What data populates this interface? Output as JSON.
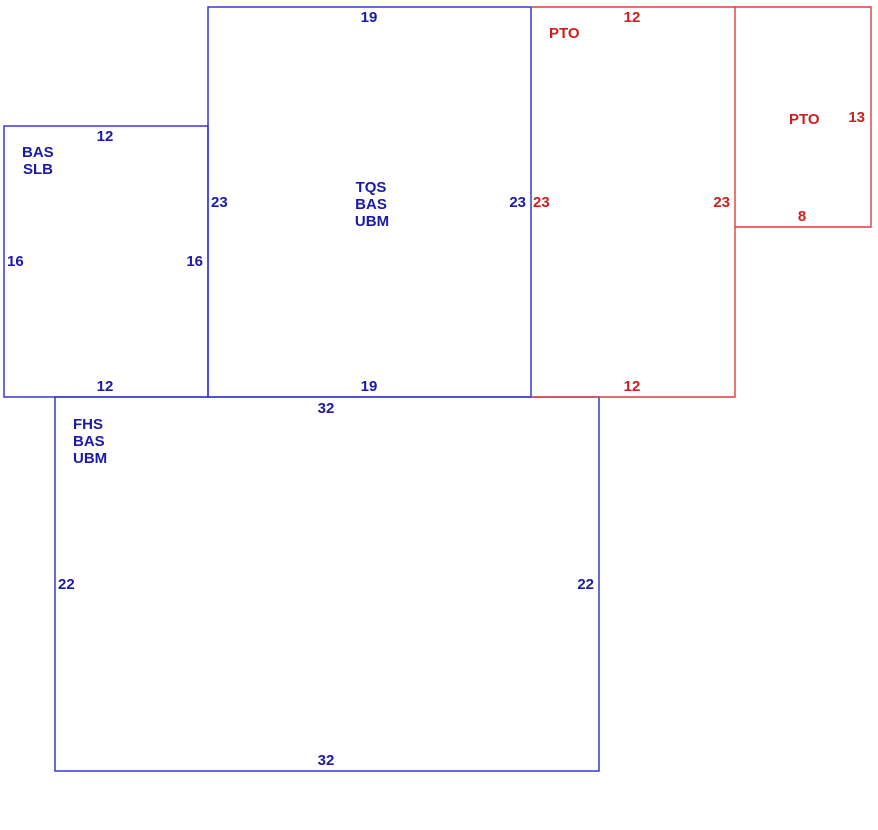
{
  "colors": {
    "main": "#1a1aa6",
    "main_line": "#2a2ad1",
    "secondary": "#cc1f1f",
    "secondary_line": "#e23b3b"
  },
  "areas": {
    "left": {
      "codes": [
        "BAS",
        "SLB"
      ],
      "top": "12",
      "bottom": "12",
      "left": "16",
      "right": "16"
    },
    "center": {
      "codes": [
        "TQS",
        "BAS",
        "UBM"
      ],
      "top": "19",
      "bottom": "19",
      "left": "23",
      "right": "23"
    },
    "porch_main": {
      "codes": [
        "PTO"
      ],
      "top": "12",
      "bottom": "12",
      "left": "23",
      "right": "23"
    },
    "porch_small": {
      "codes": [
        "PTO"
      ],
      "right": "13",
      "bottom": "8"
    },
    "lower": {
      "codes": [
        "FHS",
        "BAS",
        "UBM"
      ],
      "top": "32",
      "bottom": "32",
      "left": "22",
      "right": "22"
    }
  }
}
